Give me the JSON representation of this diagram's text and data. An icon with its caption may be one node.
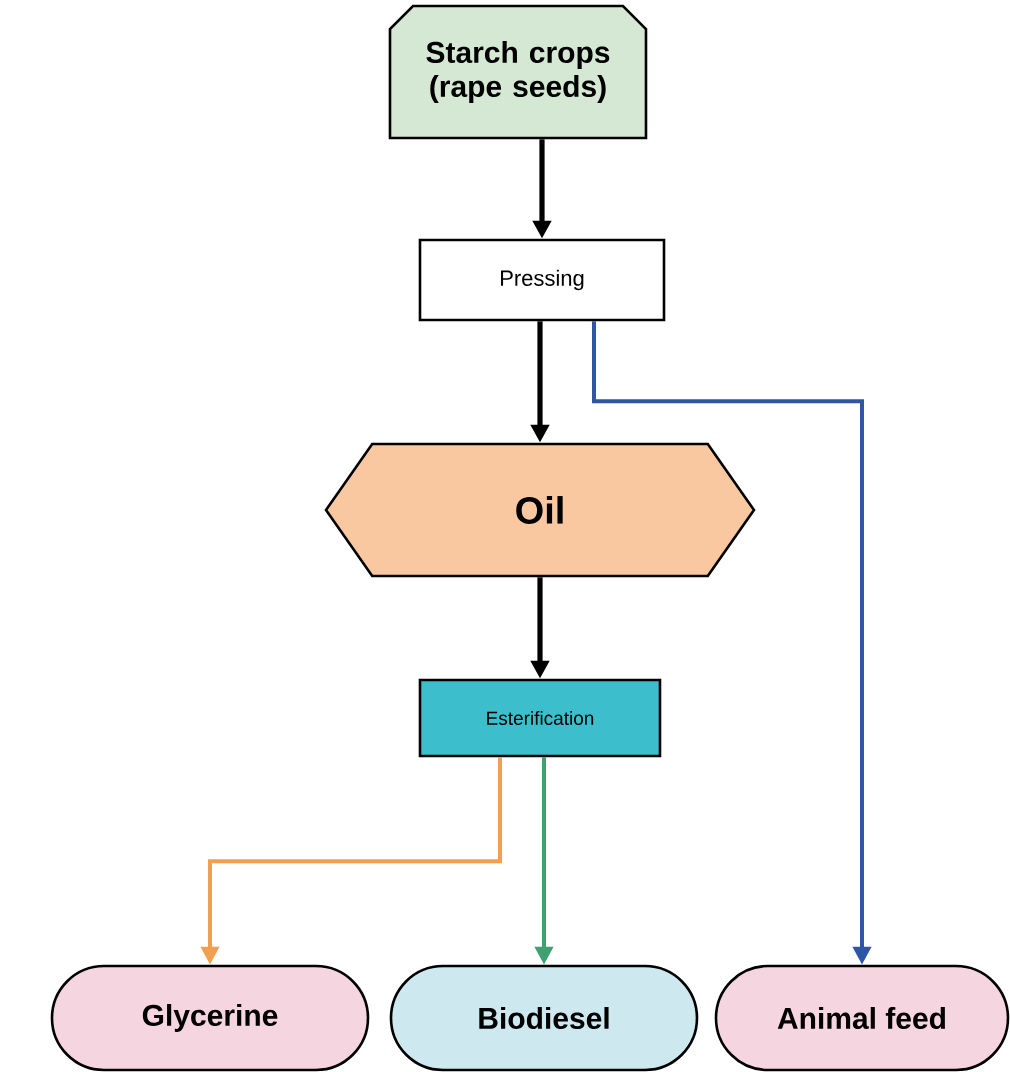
{
  "diagram": {
    "nodes": [
      {
        "text": [
          "Starch crops (rape seeds)"
        ]
      },
      {
        "text": [
          "Pressing"
        ]
      },
      {
        "text": [
          "Oil"
        ]
      },
      {
        "text": [
          "Esterification"
        ]
      },
      {
        "text": [
          "Glycerine"
        ]
      },
      {
        "text": [
          "Biodiesel"
        ]
      },
      {
        "text": [
          "Animal feed"
        ]
      }
    ],
    "edges": [
      {
        "from": 0,
        "to": 1,
        "arrow": "to"
      },
      {
        "from": 1,
        "to": 2,
        "arrow": "to"
      },
      {
        "from": 2,
        "to": 3,
        "arrow": "to"
      },
      {
        "from": 3,
        "to": 4,
        "arrow": "to",
        "color": "#f0a050"
      },
      {
        "from": 3,
        "to": 5,
        "arrow": "to",
        "color": "#3fa070"
      },
      {
        "from": 1,
        "to": 6,
        "arrow": "to",
        "color": "#2f55a5"
      }
    ]
  }
}
